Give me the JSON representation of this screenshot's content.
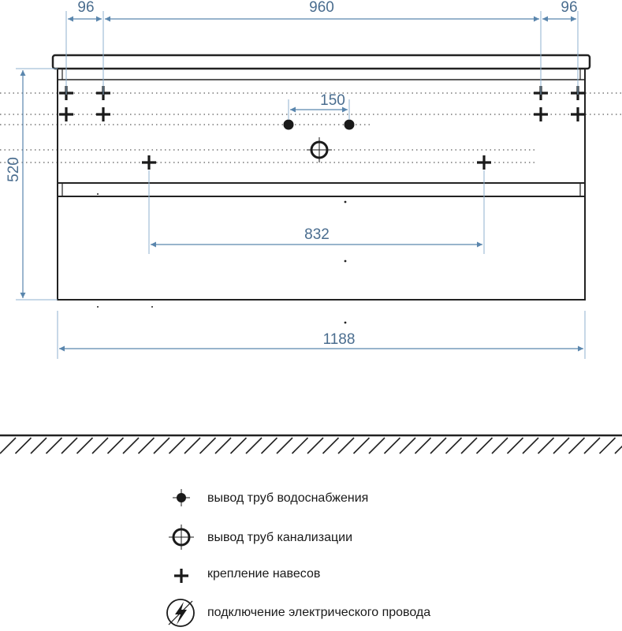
{
  "dimensions": {
    "left_offset": "96",
    "center_span": "960",
    "right_offset": "96",
    "height": "520",
    "water_spacing": "150",
    "hanger_span": "832",
    "total_width": "1188"
  },
  "legend": {
    "water_supply": "вывод труб водоснабжения",
    "drain": "вывод труб канализации",
    "mounting": "крепление навесов",
    "electrical": "подключение электрического провода"
  },
  "colors": {
    "dimension": "#4a6d8f",
    "outline": "#222222",
    "symbol": "#1a1a1a"
  },
  "icons": {
    "water_supply": "filled-dot-icon",
    "drain": "circle-outline-icon",
    "mounting": "plus-icon",
    "electrical": "lightning-circle-icon"
  }
}
